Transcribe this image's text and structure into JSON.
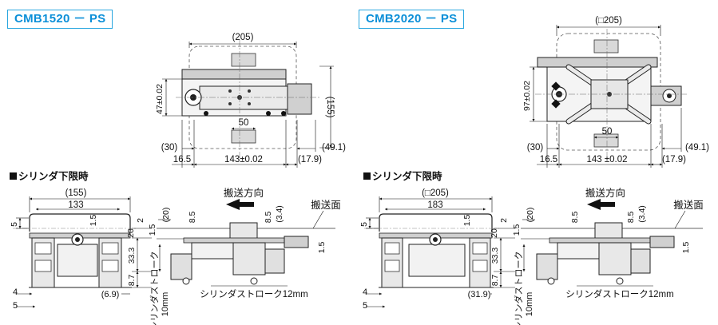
{
  "models": [
    {
      "title": "CMB1520 － PS",
      "top_view": {
        "width": "(205)",
        "height_right": "(155)",
        "left_pitch": "47±0.02",
        "center_gap": "50",
        "left_offset": "(30)",
        "left_small": "16.5",
        "pitch": "143±0.02",
        "right_offset": "(17.9)",
        "right_overhang": "(49.1)"
      },
      "section_label": "シリンダ下限時",
      "front_view": {
        "width": "(155)",
        "inner": "133",
        "d1_5": "1.5",
        "d5": "5",
        "d20": "20",
        "d2": "2",
        "d33_3": "33.3",
        "d8_7": "8.7",
        "d4": "4",
        "d5b": "5",
        "right_small": "(6.9)"
      },
      "side_view": {
        "direction_label": "搬送方向",
        "surface_label": "搬送面",
        "stroke_vertical": "シリンダストローク",
        "stroke_mm": "10mm",
        "stroke_bottom": "シリンダストローク12mm",
        "d20": "(20)",
        "d1_5": "1.5",
        "d8_5a": "8.5",
        "d8_5b": "8.5",
        "d3_4": "(3.4)",
        "d1_5r": "1.5"
      }
    },
    {
      "title": "CMB2020 － PS",
      "top_view": {
        "width_top": "(□205)",
        "left_pitch": "97±0.02",
        "center_gap": "50",
        "left_offset": "(30)",
        "left_small": "16.5",
        "pitch": "143 ±0.02",
        "right_offset": "(17.9)",
        "right_overhang": "(49.1)"
      },
      "section_label": "シリンダ下限時",
      "front_view": {
        "width": "(□205)",
        "inner": "183",
        "d1_5": "1.5",
        "d5": "5",
        "d20": "20",
        "d2": "2",
        "d33_3": "33.3",
        "d8_7": "8.7",
        "d4": "4",
        "d5b": "5",
        "right_small": "(31.9)"
      },
      "side_view": {
        "direction_label": "搬送方向",
        "surface_label": "搬送面",
        "stroke_vertical": "シリンダストローク",
        "stroke_mm": "10mm",
        "stroke_bottom": "シリンダストローク12mm",
        "d20": "(20)",
        "d1_5": "1.5",
        "d8_5a": "8.5",
        "d8_5b": "8.5",
        "d3_4": "(3.4)",
        "d1_5r": "1.5"
      }
    }
  ]
}
